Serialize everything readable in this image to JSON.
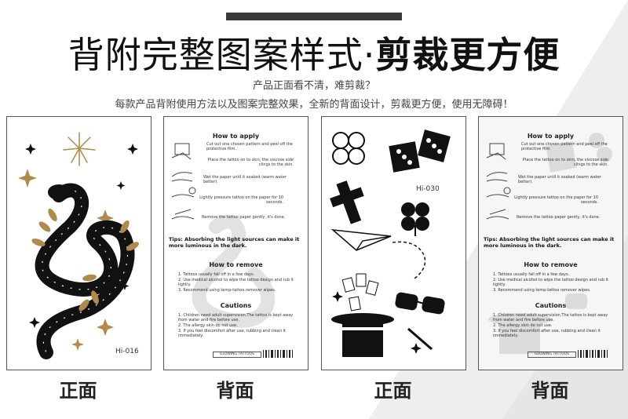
{
  "colors": {
    "accent_gold": "#b08a4a",
    "ink": "#111111",
    "grey_band": "#efefef"
  },
  "title": {
    "light": "背附完整图案样式·",
    "bold": "剪裁更方便"
  },
  "subtitle_1": "产品正面看不清，难剪裁？",
  "subtitle_2": "每款产品背附使用方法以及图案完整效果，全新的背面设计，剪裁更方便，使用无障碍！",
  "cards": [
    {
      "caption": "正面",
      "code": "Hi-016"
    },
    {
      "caption": "背面"
    },
    {
      "caption": "正面",
      "code": "Hi-030"
    },
    {
      "caption": "背面"
    }
  ],
  "instructions": {
    "how_to_apply": "How to apply",
    "step1": "Cut out one chosen pattern and peel off the protective film.",
    "step2": "Place the tattoo on to skin, the viscose side clings to the skin.",
    "step3": "Wet the paper until it soaked (warm water better).",
    "step4": "Lightly pressure tattoo on the paper for 10 seconds.",
    "step5": "Remove the tattoo paper gently, it's done.",
    "tips": "Tips: Absorbing the light sources can make it more luminous in the dark.",
    "how_to_remove": "How to remove",
    "remove1": "1. Tattoos usually fall off in a few days.",
    "remove2": "2. Use medical alcohol to wipe the tattoo design and rub it lightly.",
    "remove3": "3. Recommend using temp-tattoo remover wipes.",
    "cautions": "Cautions",
    "caution1": "1. Children need adult supervision.The tattoo is kept away from water and fire before use.",
    "caution2": "2. The allergy skin do not use.",
    "caution3": "3. If you feel discomfort after use, rubbing and clean it immediately.",
    "brand": "GLOWING TATTOOS"
  }
}
